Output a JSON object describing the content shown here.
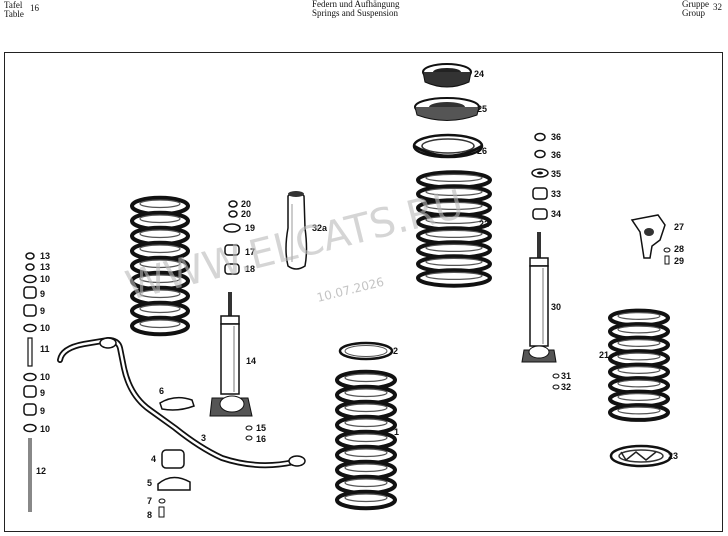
{
  "header": {
    "table_de": "Tafel",
    "table_en": "Table",
    "table_no": "16",
    "title_de": "Federn und Aufhängung",
    "title_en": "Springs and Suspension",
    "group_de": "Gruppe",
    "group_en": "Group",
    "group_no": "32"
  },
  "watermark": {
    "text": "WWW.ELCATS.RU",
    "date": "10.07.2026"
  },
  "callouts": {
    "c24": "24",
    "c25": "25",
    "c26": "26",
    "c22": "22",
    "c2": "2",
    "c1": "1",
    "c36a": "36",
    "c36b": "36",
    "c35": "35",
    "c33": "33",
    "c34": "34",
    "c30": "30",
    "c31": "31",
    "c32": "32",
    "c27": "27",
    "c28": "28",
    "c29": "29",
    "c21": "21",
    "c23": "23",
    "c20a": "20",
    "c20b": "20",
    "c19": "19",
    "c17": "17",
    "c18": "18",
    "c32a": "32a",
    "c14": "14",
    "c15": "15",
    "c16": "16",
    "c6": "6",
    "c3": "3",
    "c4": "4",
    "c5": "5",
    "c7": "7",
    "c8": "8",
    "c13a": "13",
    "c13b": "13",
    "c10a": "10",
    "c9a": "9",
    "c9b": "9",
    "c10b": "10",
    "c11": "11",
    "c10c": "10",
    "c9c": "9",
    "c9d": "9",
    "c10d": "10",
    "c12": "12"
  }
}
